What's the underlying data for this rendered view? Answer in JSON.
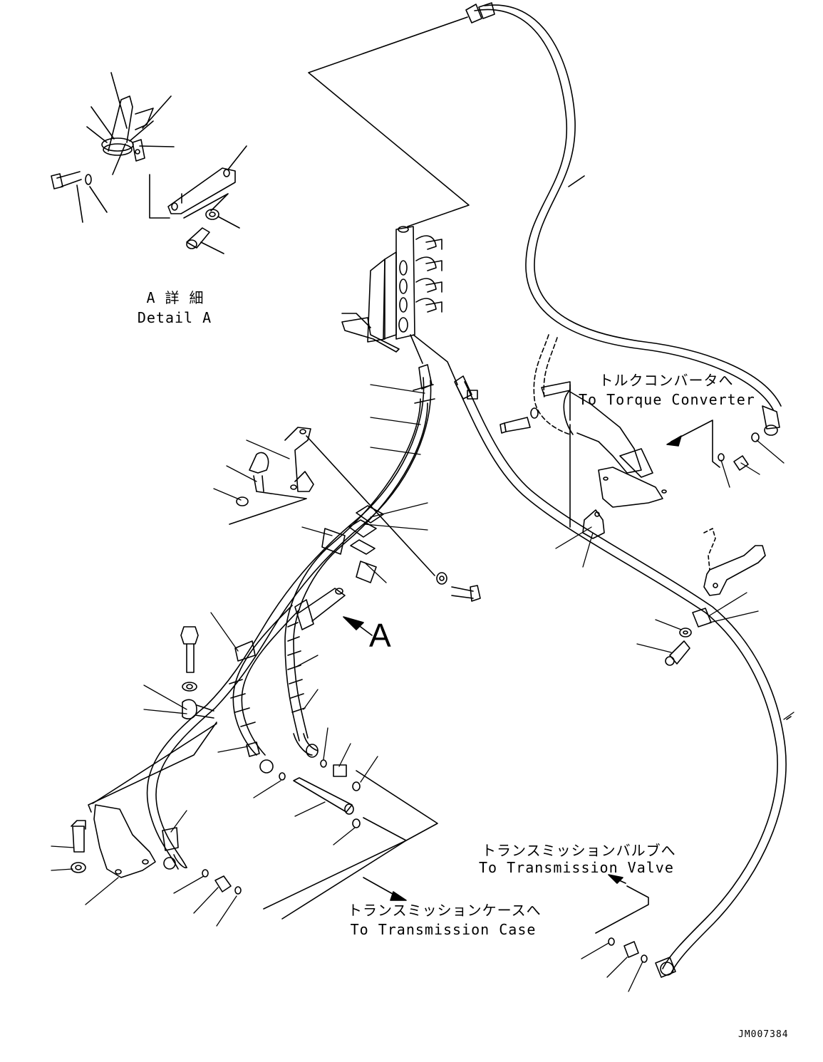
{
  "detail": {
    "ja": "A 詳 細",
    "en": "Detail A"
  },
  "torque_converter": {
    "ja": "トルクコンバータへ",
    "en": "To Torque Converter"
  },
  "transmission_valve": {
    "ja": "トランスミッションバルブへ",
    "en": "To Transmission Valve"
  },
  "transmission_case": {
    "ja": "トランスミッションケースへ",
    "en": "To Transmission Case"
  },
  "view_marker": "A",
  "drawing_id": "JM007384"
}
